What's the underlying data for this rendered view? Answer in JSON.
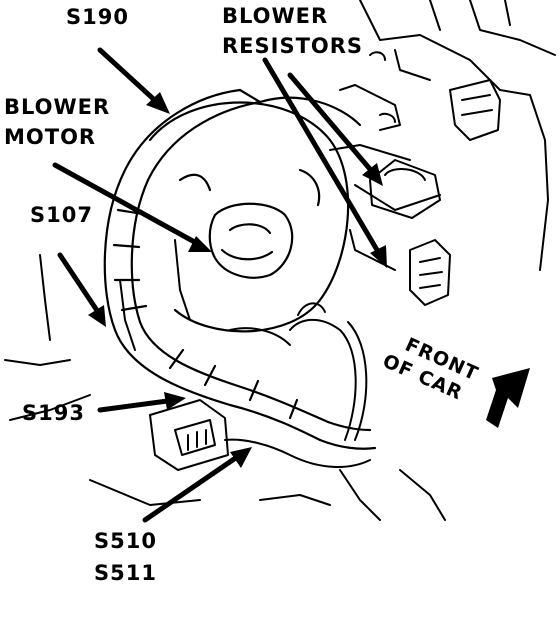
{
  "labels": {
    "s190": "S190",
    "blower_resistors_line1": "BLOWER",
    "blower_resistors_line2": "RESISTORS",
    "blower_motor_line1": "BLOWER",
    "blower_motor_line2": "MOTOR",
    "s107": "S107",
    "s193": "S193",
    "s510": "S510",
    "s511": "S511",
    "front_of_car_line1": "FRONT",
    "front_of_car_line2": "OF CAR"
  },
  "colors": {
    "ink": "#000000",
    "paper": "#ffffff"
  }
}
